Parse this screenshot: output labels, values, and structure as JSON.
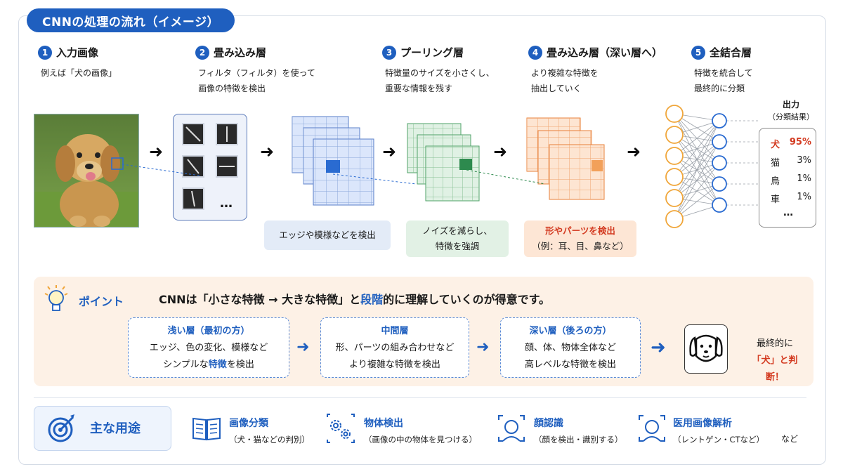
{
  "title": "CNNの処理の流れ（イメージ）",
  "steps": [
    {
      "num": "1",
      "title": "入力画像",
      "desc": [
        "例えば「犬の画像」"
      ]
    },
    {
      "num": "2",
      "title": "畳み込み層",
      "desc": [
        "フィルタ（フィルタ）を使って",
        "画像の特徴を検出"
      ]
    },
    {
      "num": "3",
      "title": "プーリング層",
      "desc": [
        "特徴量のサイズを小さくし、",
        "重要な情報を残す"
      ]
    },
    {
      "num": "4",
      "title": "畳み込み層（深い層へ）",
      "desc": [
        "より複雑な特徴を",
        "抽出していく"
      ]
    },
    {
      "num": "5",
      "title": "全結合層",
      "desc": [
        "特徴を統合して",
        "最終的に分類"
      ]
    }
  ],
  "filter_more": "…",
  "labels": {
    "conv": "エッジや模様などを検出",
    "pool": [
      "ノイズを減らし、",
      "特徴を強調"
    ],
    "deep": [
      "形やパーツを検出",
      "（例：耳、目、鼻など）"
    ]
  },
  "output": {
    "title": "出力",
    "subtitle": "（分類結果）",
    "rows": [
      {
        "cls": "犬",
        "prob": "95%"
      },
      {
        "cls": "猫",
        "prob": "3%"
      },
      {
        "cls": "鳥",
        "prob": "1%"
      },
      {
        "cls": "車",
        "prob": "1%"
      }
    ],
    "more": "…"
  },
  "point": {
    "title": "ポイント",
    "sentence_a": "CNNは「小さな特徴 → 大きな特徴」と",
    "sentence_blue": "段階",
    "sentence_b": "的に理解していくのが得意です。",
    "layers": [
      {
        "head": "浅い層（最初の方）",
        "line1": "エッジ、色の変化、模様など",
        "line2_a": "シンプルな",
        "line2_hl": "特徴",
        "line2_b": "を検出"
      },
      {
        "head": "中間層",
        "line1": "形、パーツの組み合わせなど",
        "line2_a": "より複雑な特徴を検出",
        "line2_hl": "",
        "line2_b": ""
      },
      {
        "head": "深い層（後ろの方）",
        "line1": "顔、体、物体全体など",
        "line2_a": "高レベルな特徴を検出",
        "line2_hl": "",
        "line2_b": ""
      }
    ],
    "final_a": "最終的に",
    "final_b": "「犬」と判断！"
  },
  "uses": {
    "title": "主な用途",
    "items": [
      {
        "title": "画像分類",
        "desc": "（犬・猫などの判別）",
        "icon": "book-icon"
      },
      {
        "title": "物体検出",
        "desc": "（画像の中の物体を見つける）",
        "icon": "gears-icon"
      },
      {
        "title": "顔認識",
        "desc": "（顔を検出・識別する）",
        "icon": "face-scan-icon"
      },
      {
        "title": "医用画像解析",
        "desc": "（レントゲン・CTなど）",
        "icon": "face-scan-icon"
      }
    ],
    "and": "など"
  },
  "colors": {
    "accent": "#1f5fbf",
    "blue_layer": "#dbe6fb",
    "green_layer": "#e0f1e4",
    "orange_layer": "#fde5d2",
    "red": "#d33a20"
  }
}
